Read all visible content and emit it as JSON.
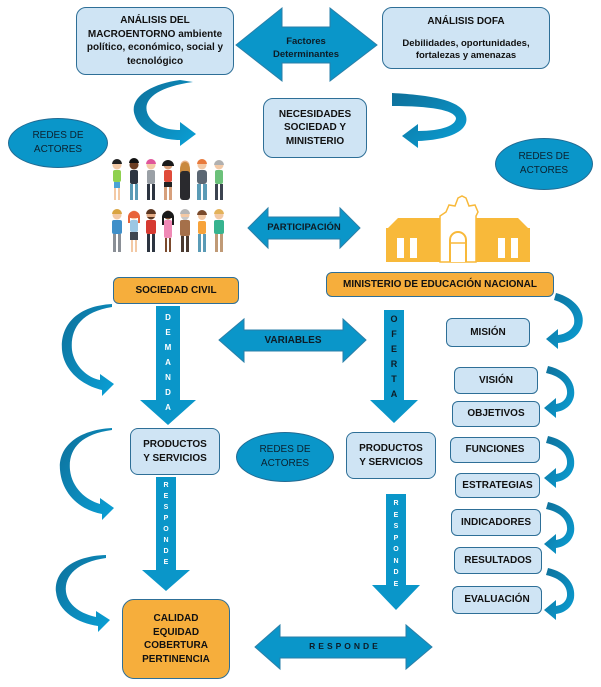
{
  "diagram": {
    "colors": {
      "arrow_blue": "#0a96c9",
      "light_box": "#cfe4f4",
      "orange_box": "#f6ae3c",
      "border": "#2e6f97",
      "building": "#f8b93a"
    },
    "top": {
      "macro_box": {
        "title": "ANÁLISIS DEL",
        "line2": "MACROENTORNO ambiente",
        "line3": "político, económico, social y",
        "line4": "tecnológico"
      },
      "factors_arrow": {
        "line1": "Factores",
        "line2": "Determinantes"
      },
      "dofa_box": {
        "title": "ANÁLISIS DOFA",
        "line2": "Debilidades, oportunidades,",
        "line3": "fortalezas y amenazas"
      }
    },
    "needs_box": {
      "line1": "NECESIDADES",
      "line2": "SOCIEDAD Y",
      "line3": "MINISTERIO"
    },
    "actor_networks": [
      {
        "line1": "REDES DE",
        "line2": "ACTORES"
      },
      {
        "line1": "REDES DE",
        "line2": "ACTORES"
      },
      {
        "line1": "REDES DE",
        "line2": "ACTORES"
      }
    ],
    "participation_arrow": "PARTICIPACIÓN",
    "people_icon": "people-group-icon",
    "building_icon": "ministry-building-icon",
    "civil_society_box": "SOCIEDAD CIVIL",
    "ministry_box": "MINISTERIO DE EDUCACIÓN NACIONAL",
    "demand_arrow": [
      "D",
      "E",
      "M",
      "A",
      "N",
      "D",
      "A"
    ],
    "offer_arrow": [
      "O",
      "F",
      "E",
      "R",
      "T",
      "A"
    ],
    "variables_arrow": "VARIABLES",
    "products_left": {
      "line1": "PRODUCTOS",
      "line2": "Y SERVICIOS"
    },
    "products_right": {
      "line1": "PRODUCTOS",
      "line2": "Y SERVICIOS"
    },
    "responde_left": [
      "R",
      "E",
      "S",
      "P",
      "O",
      "N",
      "D",
      "E"
    ],
    "responde_right": [
      "R",
      "E",
      "S",
      "P",
      "O",
      "N",
      "D",
      "E"
    ],
    "responde_horizontal": "RESPONDE",
    "quality_box": [
      "CALIDAD",
      "EQUIDAD",
      "COBERTURA",
      "PERTINENCIA"
    ],
    "ministry_steps": [
      "MISIÓN",
      "VISIÓN",
      "OBJETIVOS",
      "FUNCIONES",
      "ESTRATEGIAS",
      "INDICADORES",
      "RESULTADOS",
      "EVALUACIÓN"
    ]
  }
}
